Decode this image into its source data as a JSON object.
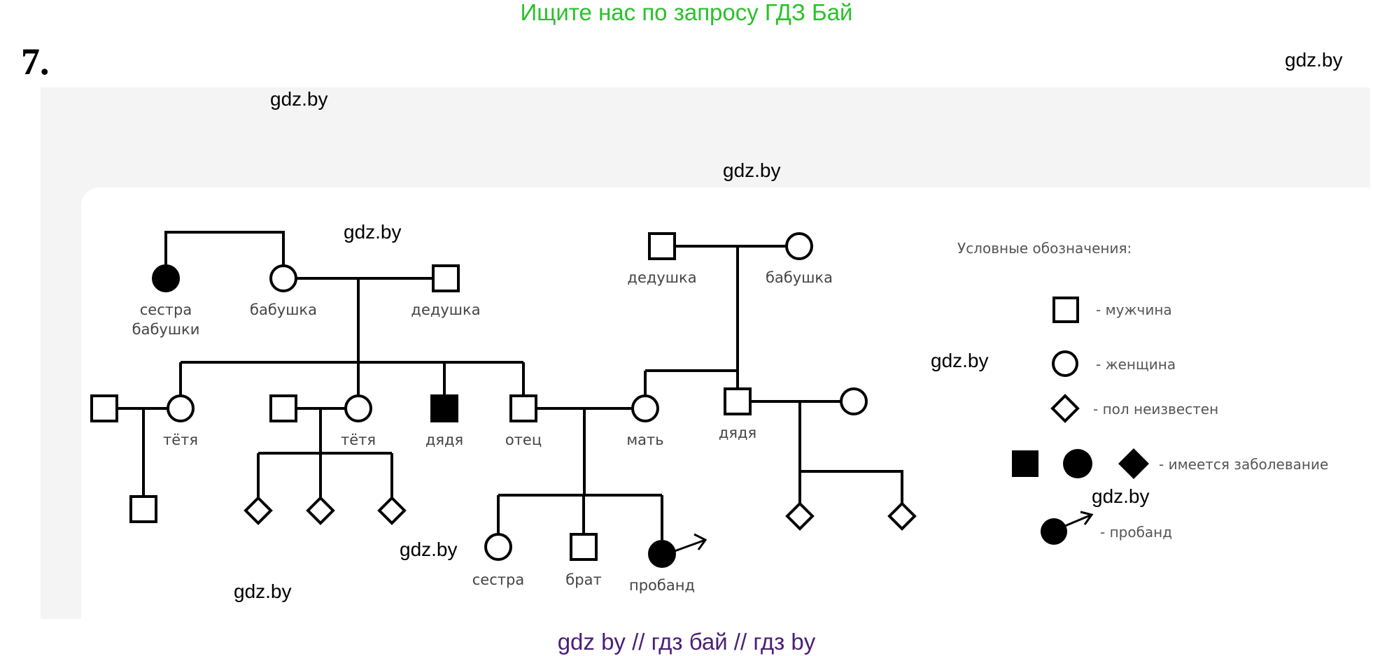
{
  "promo_text": "Ищите нас по запросу ГДЗ Бай",
  "task_number": "7.",
  "watermark": "gdz.by",
  "footer": "gdz by  //  гдз бай  //  гдз by",
  "pedigree": {
    "sestra_babushki": "сестра",
    "sestra_babushki_2": "бабушки",
    "babushka_father_side": "бабушка",
    "dedushka_father_side": "дедушка",
    "dedushka_mother_side": "дедушка",
    "babushka_mother_side": "бабушка",
    "tyotya_1": "тётя",
    "tyotya_2": "тётя",
    "dyadya_1": "дядя",
    "otets": "отец",
    "mat": "мать",
    "dyadya_2": "дядя",
    "sestra": "сестра",
    "brat": "брат",
    "proband": "пробанд"
  },
  "legend": {
    "title": "Условные обозначения:",
    "male": "- мужчина",
    "female": "- женщина",
    "unknown": "- пол неизвестен",
    "affected": "- имеется заболевание",
    "proband": "- пробанд"
  },
  "colors": {
    "promo": "#2ac12a",
    "footer": "#4b1f78",
    "panel": "#f4f4f4",
    "symbol": "#000000"
  }
}
